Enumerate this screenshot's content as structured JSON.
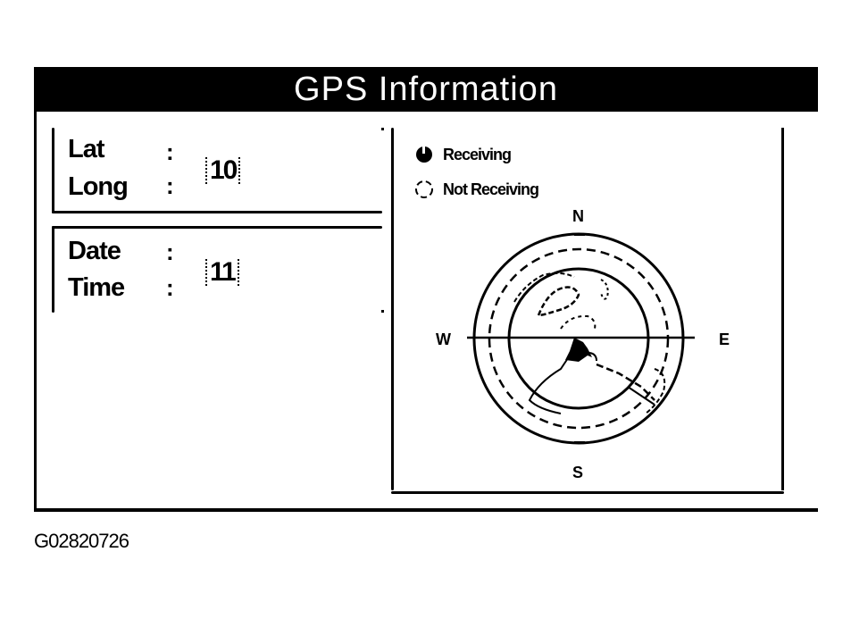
{
  "header": {
    "title": "GPS Information"
  },
  "position_box": {
    "lat_label": "Lat",
    "long_label": "Long",
    "separator": ":",
    "callout": "10"
  },
  "datetime_box": {
    "date_label": "Date",
    "time_label": "Time",
    "separator": ":",
    "callout": "11"
  },
  "status_panel": {
    "legend": [
      {
        "icon": "filled-circle-icon",
        "label": "Receiving"
      },
      {
        "icon": "empty-circle-icon",
        "label": "Not Receiving"
      }
    ],
    "compass": {
      "north": "N",
      "south": "S",
      "east": "E",
      "west": "W"
    }
  },
  "figure_id": "G02820726"
}
